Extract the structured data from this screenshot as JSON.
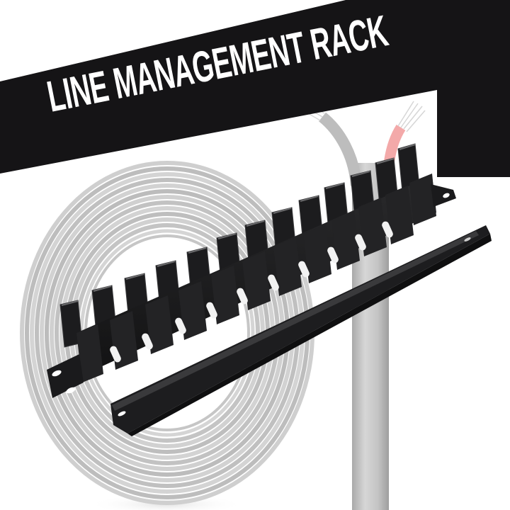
{
  "banner": {
    "title": "LINE MANAGEMENT RACK",
    "background_color": "#151416",
    "text_color": "#ffffff"
  },
  "product": {
    "name": "cable management rack",
    "rack_color": "#1b1b1d",
    "cable_color": "#c9c9c9",
    "accent_cable_color": "#f3a9a9",
    "pole_color": "#bdbdbd",
    "finger_count": 13
  }
}
